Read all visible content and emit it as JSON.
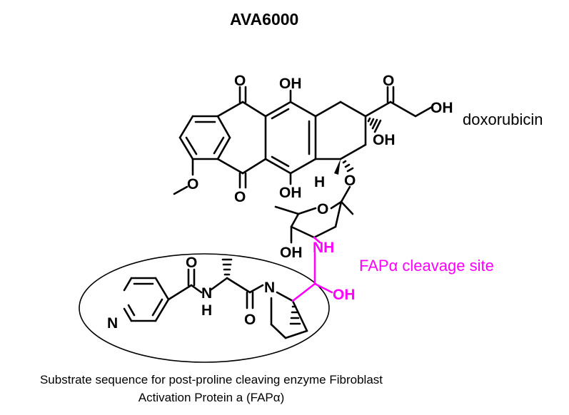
{
  "title": "AVA6000",
  "doxorubicin_label": "doxorubicin",
  "cleavage_label": "FAPα cleavage site",
  "caption_line1": "Substrate sequence for post-proline cleaving enzyme Fibroblast",
  "caption_line2": "Activation Protein a (FAPα)",
  "atoms": {
    "o_quinone_top": "O",
    "o_quinone_bottom": "O",
    "oh_top": "OH",
    "oh_bottom": "OH",
    "o_ketone": "O",
    "oh_terminal": "OH",
    "oh_tertiary": "OH",
    "o_methoxy": "O",
    "h_stereo": "H",
    "o_glycoside": "O",
    "o_ring": "O",
    "oh_sugar": "OH",
    "nh_sugar": "NH",
    "oh_magenta": "OH",
    "o_amide1": "O",
    "nh_amide": "N",
    "h_amide": "H",
    "o_amide2": "O",
    "n_proline": "N",
    "n_pyridine": "N"
  }
}
